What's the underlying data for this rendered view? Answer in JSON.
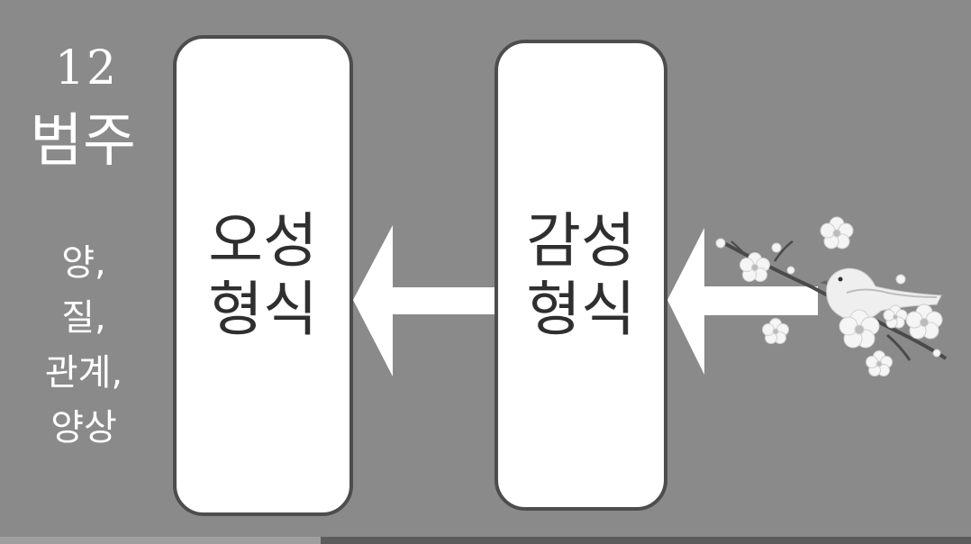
{
  "sidebar": {
    "number": "12",
    "title": "범주",
    "items": [
      "양,",
      "질,",
      "관계,",
      "양상"
    ]
  },
  "boxes": {
    "left": {
      "line1": "오성",
      "line2": "형식"
    },
    "right": {
      "line1": "감성",
      "line2": "형식"
    }
  },
  "colors": {
    "background": "#8a8a8a",
    "box_fill": "#ffffff",
    "box_border": "#4d4d4d",
    "arrow": "#ffffff",
    "text_dark": "#2f2f2f",
    "text_light": "#ffffff"
  },
  "decoration": {
    "illustration": "bird-on-plum-blossom-branch"
  },
  "playback": {
    "progress_fraction": 0.33
  }
}
